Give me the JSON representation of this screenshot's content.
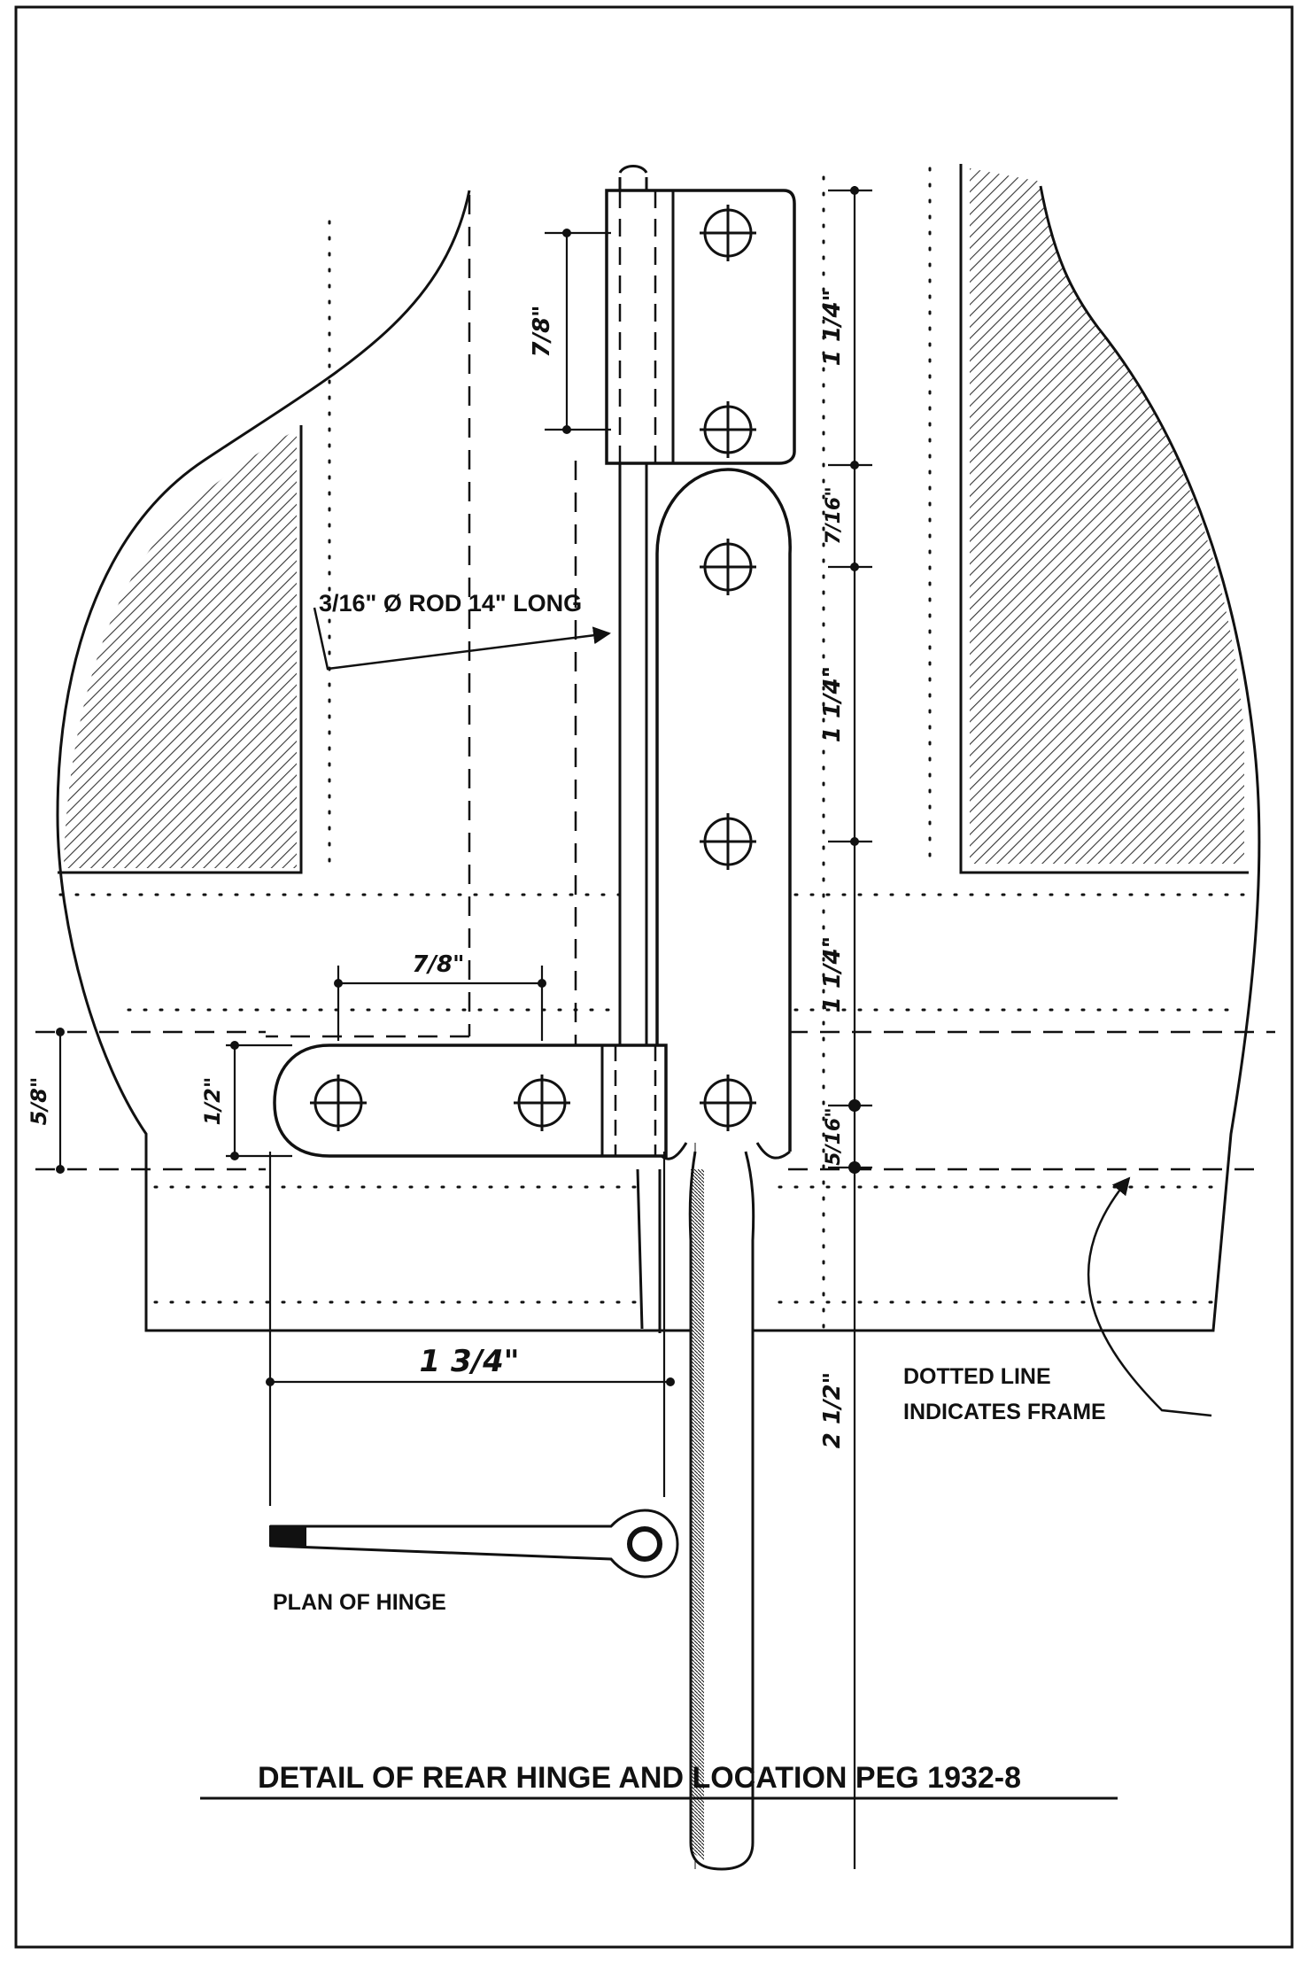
{
  "title": "DETAIL OF REAR HINGE AND LOCATION PEG 1932-8",
  "labels": {
    "rod": "3/16\" Ø ROD 14\" LONG",
    "plan": "PLAN OF HINGE",
    "frame_note_line1": "DOTTED LINE",
    "frame_note_line2": "INDICATES FRAME"
  },
  "dimensions": {
    "upper_plate_hole_pitch": "7/8\"",
    "upper_plate_height": "1 1/4\"",
    "gap": "7/16\"",
    "strap_upper": "1 1/4\"",
    "strap_lower": "1 1/4\"",
    "lower_gap": "5/16\"",
    "peg_length": "2 1/2\"",
    "lower_plate_hole_pitch": "7/8\"",
    "lower_plate_height": "1/2\"",
    "side_height": "5/8\"",
    "overall_width": "1 3/4\""
  },
  "colors": {
    "ink": "#111111",
    "paper": "#ffffff"
  }
}
